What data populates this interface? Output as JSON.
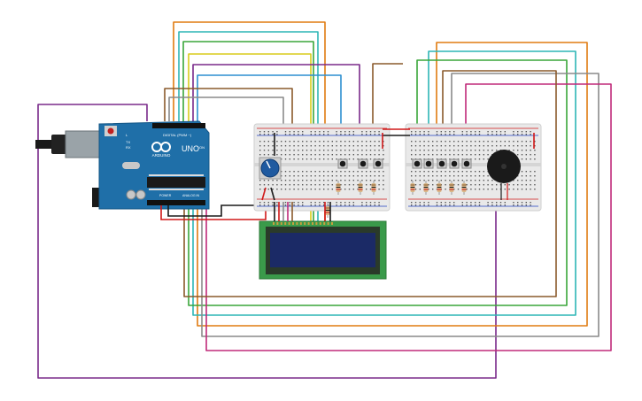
{
  "arduino": {
    "brand_label": "ARDUINO",
    "model_label": "UNO",
    "digital_label": "DIGITAL (PWM ~)",
    "power_label": "POWER",
    "analog_label": "ANALOG IN",
    "on_label": "ON",
    "tx_label": "TX",
    "rx_label": "RX",
    "l_label": "L"
  },
  "components": {
    "breadboards": 2,
    "pushbuttons": 8,
    "resistors": 9,
    "lcd": "16x2",
    "potentiometer": 1,
    "buzzer": 1
  },
  "wire_colors": {
    "orange": "#e07b10",
    "teal": "#2db5b5",
    "green": "#3aa63a",
    "yellow": "#d8cc1a",
    "purple": "#7a2a8a",
    "blue": "#2d8fd0",
    "brown": "#8a5a2b",
    "gray": "#8a8a8a",
    "magenta": "#c02a7a",
    "red": "#d01818",
    "black": "#1a1a1a"
  },
  "colors": {
    "arduino_board": "#1f6fa8",
    "breadboard": "#e9e9e9",
    "lcd_screen": "#1b2a66",
    "lcd_pcb": "#3a9a4a"
  }
}
